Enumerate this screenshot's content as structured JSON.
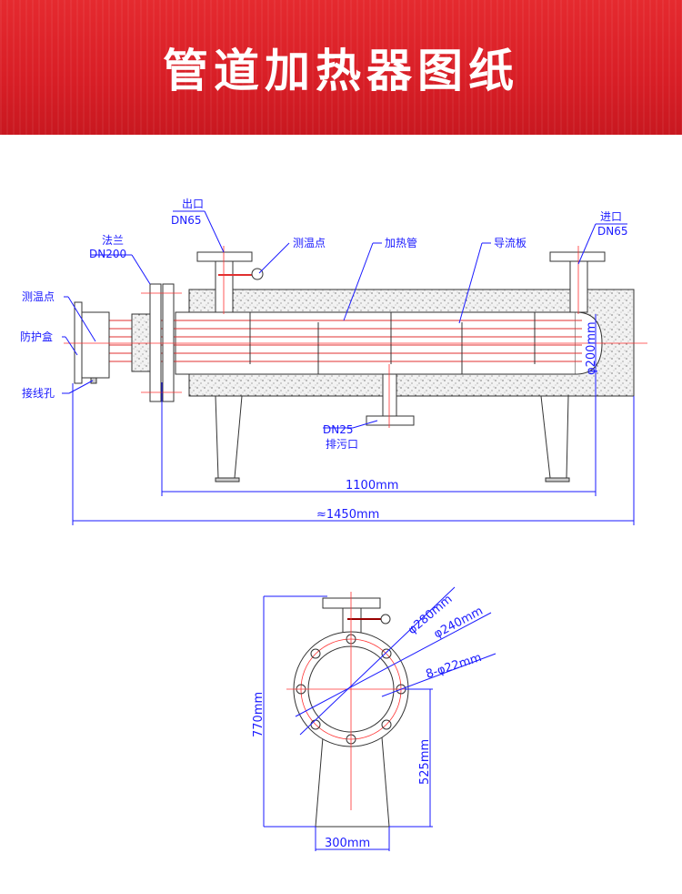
{
  "header": {
    "title": "管道加热器图纸"
  },
  "side_view": {
    "outlet": {
      "name": "出口",
      "size": "DN65"
    },
    "inlet": {
      "name": "进口",
      "size": "DN65"
    },
    "flange": {
      "name": "法兰",
      "size": "DN200"
    },
    "temp_point_top": "测温点",
    "heating_tube": "加热管",
    "baffle": "导流板",
    "temp_point_left": "测温点",
    "protection_box": "防护盒",
    "wiring_hole": "接线孔",
    "drain": {
      "size": "DN25",
      "name": "排污口"
    },
    "diameter": "φ200mm",
    "length_inner": "1100mm",
    "length_total": "≈1450mm"
  },
  "end_view": {
    "d_outer": "φ280mm",
    "d_bolt": "φ240mm",
    "bolts": "8-φ22mm",
    "height_total": "770mm",
    "height_center": "525mm",
    "base_width": "300mm"
  },
  "colors": {
    "banner": "#d81e26",
    "dimension": "#1a1aff",
    "centerline": "#ff3030",
    "outline": "#333333"
  }
}
